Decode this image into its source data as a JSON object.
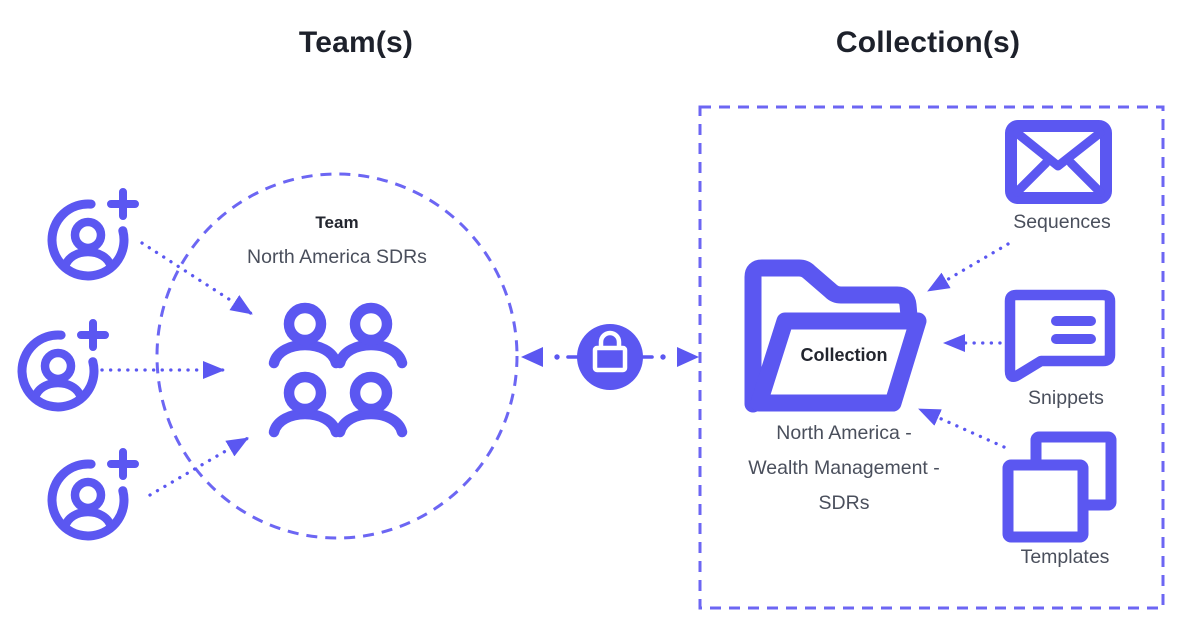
{
  "colors": {
    "accent": "#5b57f1",
    "dash": "#6c66f3",
    "heading": "#1d212b",
    "label_dark": "#23262f",
    "subtext": "#4a4f5c",
    "background": "#ffffff",
    "lock_glyph": "#ffffff"
  },
  "team_section": {
    "heading": "Team(s)",
    "circle_label": "Team",
    "circle_name": "North America SDRs",
    "member_icon": "add-user-icon",
    "group_icon": "team-group-icon"
  },
  "link": {
    "icon": "lock-icon"
  },
  "collection_section": {
    "heading": "Collection(s)",
    "folder_icon": "folder-icon",
    "folder_label": "Collection",
    "folder_name_lines": [
      "North America -",
      "Wealth Management -",
      "SDRs"
    ],
    "items": [
      {
        "label": "Sequences",
        "icon": "envelope-icon"
      },
      {
        "label": "Snippets",
        "icon": "chat-bubble-icon"
      },
      {
        "label": "Templates",
        "icon": "stacked-squares-icon"
      }
    ]
  }
}
